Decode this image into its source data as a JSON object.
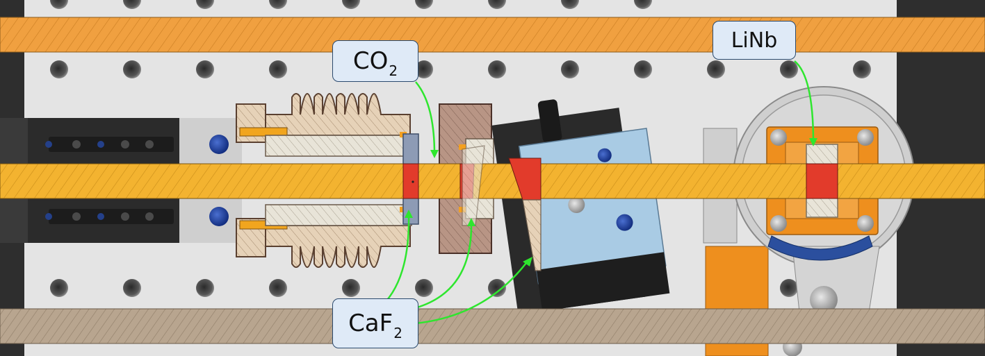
{
  "labels": {
    "co2": {
      "main": "CO",
      "sub": "2"
    },
    "linb": {
      "main": "LiNb"
    },
    "caf2": {
      "main": "CaF",
      "sub": "2"
    }
  },
  "colors": {
    "background_plate": "#e4e4e4",
    "beam": "#f3b330",
    "top_rail": "#f0a040",
    "bottom_rail": "#b8a58f",
    "crystal": "#e23b2b",
    "arrow": "#2ee62e",
    "mount_blue": "#a9cbe4",
    "rotation_mount_orange": "#ee8f1e",
    "dark_housing": "#2a2a2a"
  }
}
